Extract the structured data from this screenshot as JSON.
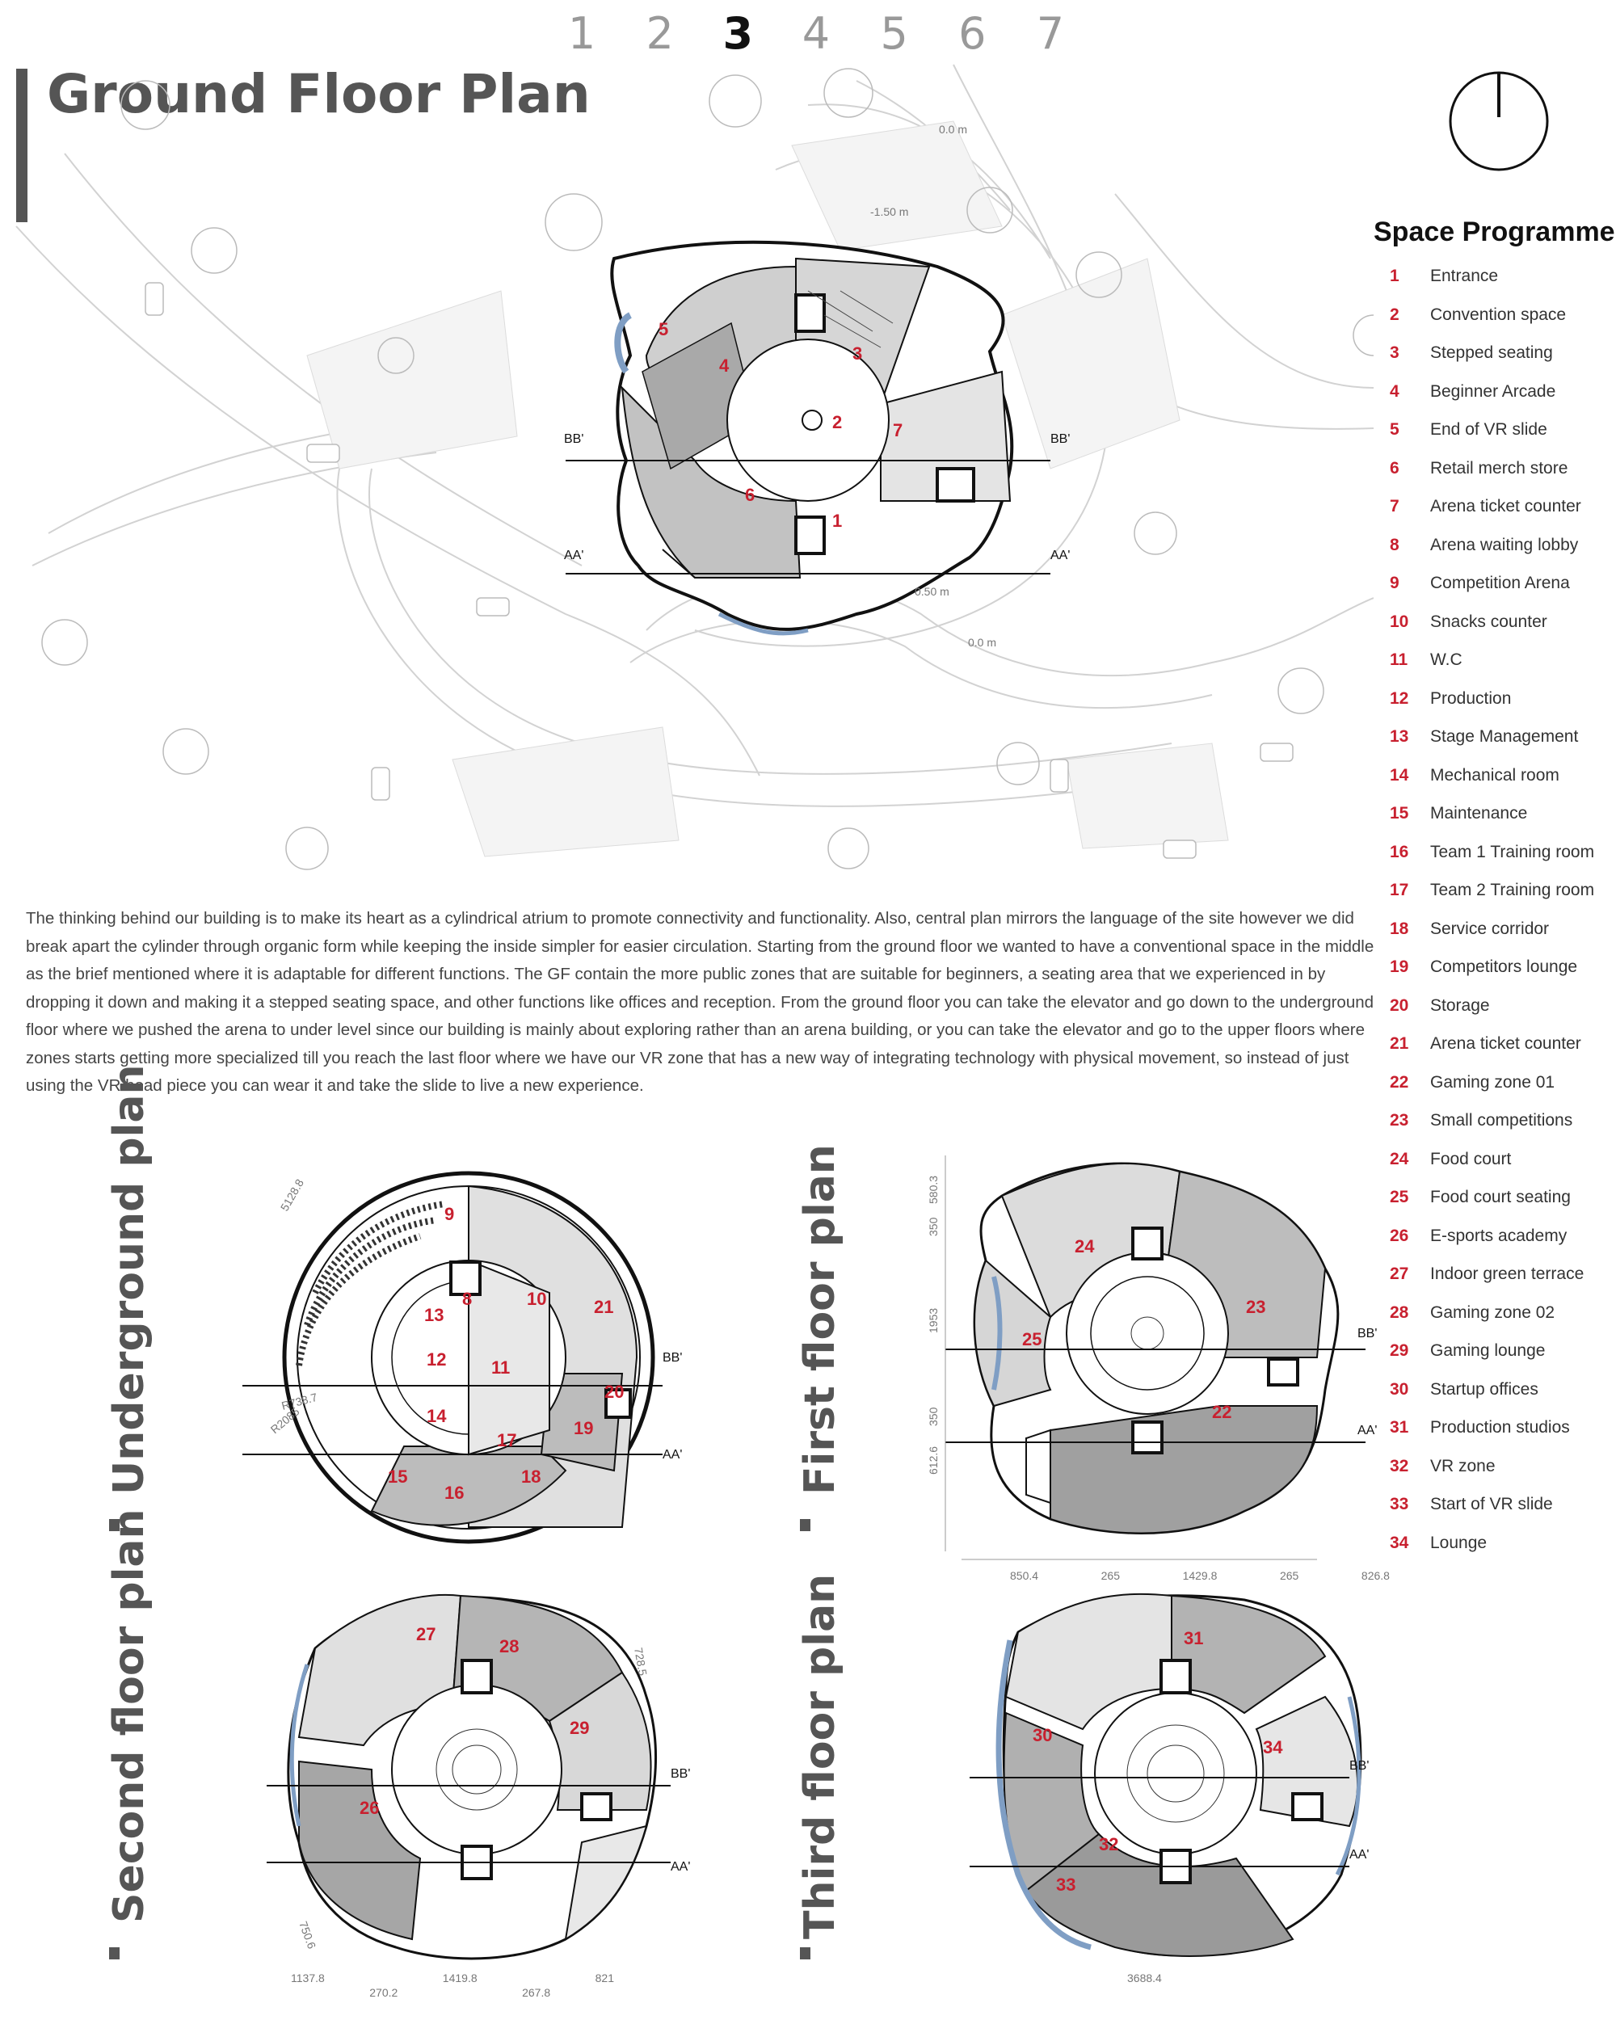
{
  "nav": {
    "pages": [
      "1",
      "2",
      "3",
      "4",
      "5",
      "6",
      "7"
    ],
    "active_index": 2
  },
  "title": "Ground Floor Plan",
  "programme": {
    "title": "Space Programme",
    "items": [
      {
        "num": "1",
        "label": "Entrance"
      },
      {
        "num": "2",
        "label": "Convention space"
      },
      {
        "num": "3",
        "label": "Stepped seating"
      },
      {
        "num": "4",
        "label": "Beginner Arcade"
      },
      {
        "num": "5",
        "label": "End of VR slide"
      },
      {
        "num": "6",
        "label": "Retail merch store"
      },
      {
        "num": "7",
        "label": "Arena ticket counter"
      },
      {
        "num": "8",
        "label": "Arena waiting lobby"
      },
      {
        "num": "9",
        "label": "Competition Arena"
      },
      {
        "num": "10",
        "label": "Snacks counter"
      },
      {
        "num": "11",
        "label": "W.C"
      },
      {
        "num": "12",
        "label": "Production"
      },
      {
        "num": "13",
        "label": "Stage Management"
      },
      {
        "num": "14",
        "label": "Mechanical room"
      },
      {
        "num": "15",
        "label": "Maintenance"
      },
      {
        "num": "16",
        "label": "Team 1 Training room"
      },
      {
        "num": "17",
        "label": "Team 2 Training room"
      },
      {
        "num": "18",
        "label": "Service corridor"
      },
      {
        "num": "19",
        "label": "Competitors lounge"
      },
      {
        "num": "20",
        "label": "Storage"
      },
      {
        "num": "21",
        "label": "Arena ticket counter"
      },
      {
        "num": "22",
        "label": "Gaming zone 01"
      },
      {
        "num": "23",
        "label": "Small competitions"
      },
      {
        "num": "24",
        "label": "Food court"
      },
      {
        "num": "25",
        "label": "Food court seating"
      },
      {
        "num": "26",
        "label": "E-sports academy"
      },
      {
        "num": "27",
        "label": "Indoor green terrace"
      },
      {
        "num": "28",
        "label": "Gaming zone 02"
      },
      {
        "num": "29",
        "label": "Gaming lounge"
      },
      {
        "num": "30",
        "label": "Startup offices"
      },
      {
        "num": "31",
        "label": "Production studios"
      },
      {
        "num": "32",
        "label": "VR zone"
      },
      {
        "num": "33",
        "label": "Start of VR slide"
      },
      {
        "num": "34",
        "label": "Lounge"
      }
    ]
  },
  "description": "The thinking behind our building is to make its heart as a cylindrical atrium to promote connectivity and functionality. Also, central plan mirrors the language of the site however we did break apart the cylinder through organic form while keeping the inside simpler for easier circulation. Starting from the ground floor we wanted to have a conventional space in the middle as the brief mentioned where it is adaptable for different functions. The GF contain the more public zones that are suitable for beginners, a seating area that we experienced in by dropping it down and making it a stepped seating space, and other functions like offices and reception. From the ground floor you can take the elevator and go down to the underground floor where we pushed the arena to under level since our building is mainly about exploring rather than an arena building, or you can take the elevator and go to the upper floors where zones starts getting more specialized till you reach the last floor where we have our VR zone that has a new way of integrating technology with physical movement, so instead of just using the VR head piece you can wear it and take the slide to live a new experience.",
  "site_plan": {
    "levels": [
      "0.0 m",
      "-1.50 m",
      "0.50 m",
      "0.0 m"
    ],
    "sections": [
      "BB'",
      "AA'"
    ],
    "rooms": [
      "1",
      "2",
      "3",
      "4",
      "5",
      "6",
      "7"
    ]
  },
  "plans": {
    "underground": {
      "label": "Underground plan",
      "rooms": [
        "9",
        "8",
        "10",
        "21",
        "13",
        "12",
        "11",
        "20",
        "14",
        "17",
        "19",
        "15",
        "16",
        "18"
      ],
      "dims": [
        "5128.8",
        "R738.7",
        "R2085"
      ],
      "sections": [
        "BB'",
        "AA'"
      ]
    },
    "first": {
      "label": "First floor plan",
      "rooms": [
        "24",
        "23",
        "25",
        "22"
      ],
      "dims_v": [
        "580.3",
        "350",
        "1953",
        "350",
        "612.6"
      ],
      "dims_h": [
        "850.4",
        "265",
        "1429.8",
        "265",
        "826.8"
      ],
      "sections": [
        "BB'",
        "AA'"
      ]
    },
    "second": {
      "label": "Second floor plan",
      "rooms": [
        "27",
        "28",
        "29",
        "26"
      ],
      "dims": [
        "728.5",
        "750.6"
      ],
      "dims_h": [
        "1137.8",
        "270.2",
        "1419.8",
        "267.8",
        "821"
      ],
      "sections": [
        "BB'",
        "AA'"
      ]
    },
    "third": {
      "label": "Third floor plan",
      "rooms": [
        "31",
        "30",
        "34",
        "32",
        "33"
      ],
      "dims_h": [
        "3688.4"
      ],
      "sections": [
        "BB'",
        "AA'"
      ]
    }
  },
  "colors": {
    "accent_red": "#c8202f",
    "title_grey": "#555555",
    "room_dark": "#9a9a9a",
    "room_mid": "#bdbdbd",
    "room_light": "#dcdcdc",
    "glass_blue": "#7f9ec4"
  }
}
